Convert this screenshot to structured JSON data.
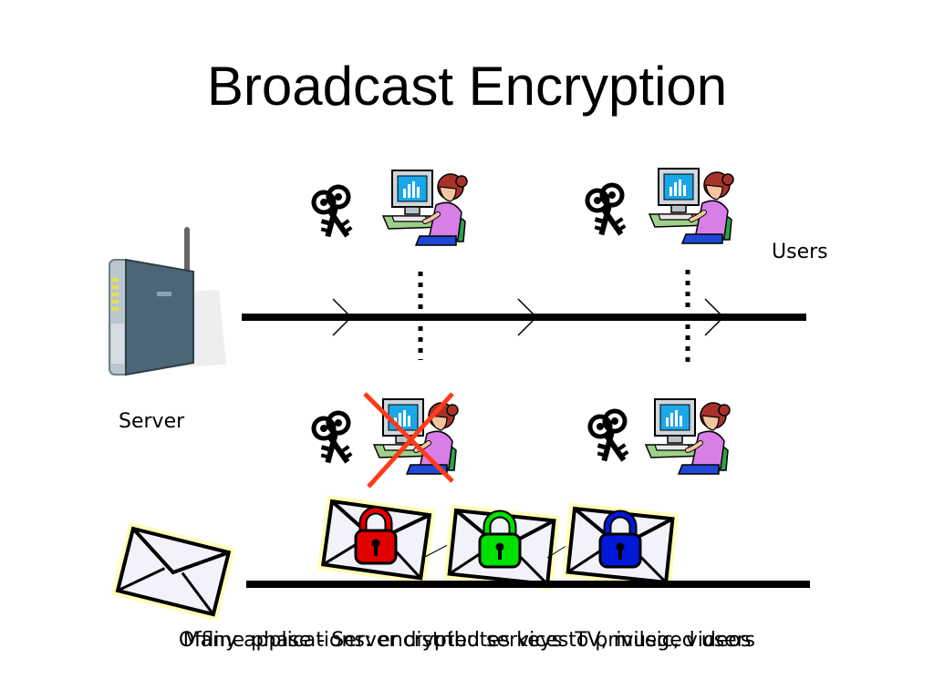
{
  "slide": {
    "title": "Broadcast Encryption",
    "users_label": "Users",
    "server_label": "Server",
    "captions": [
      "Offline phase - Server distributes keys to privileged users",
      "Many applications: encrypted services TV, music, videos"
    ]
  },
  "colors": {
    "lock_red": "#e00000",
    "lock_green": "#00e000",
    "lock_blue": "#0018d8",
    "revoke_cross": "#ff3b1a"
  }
}
